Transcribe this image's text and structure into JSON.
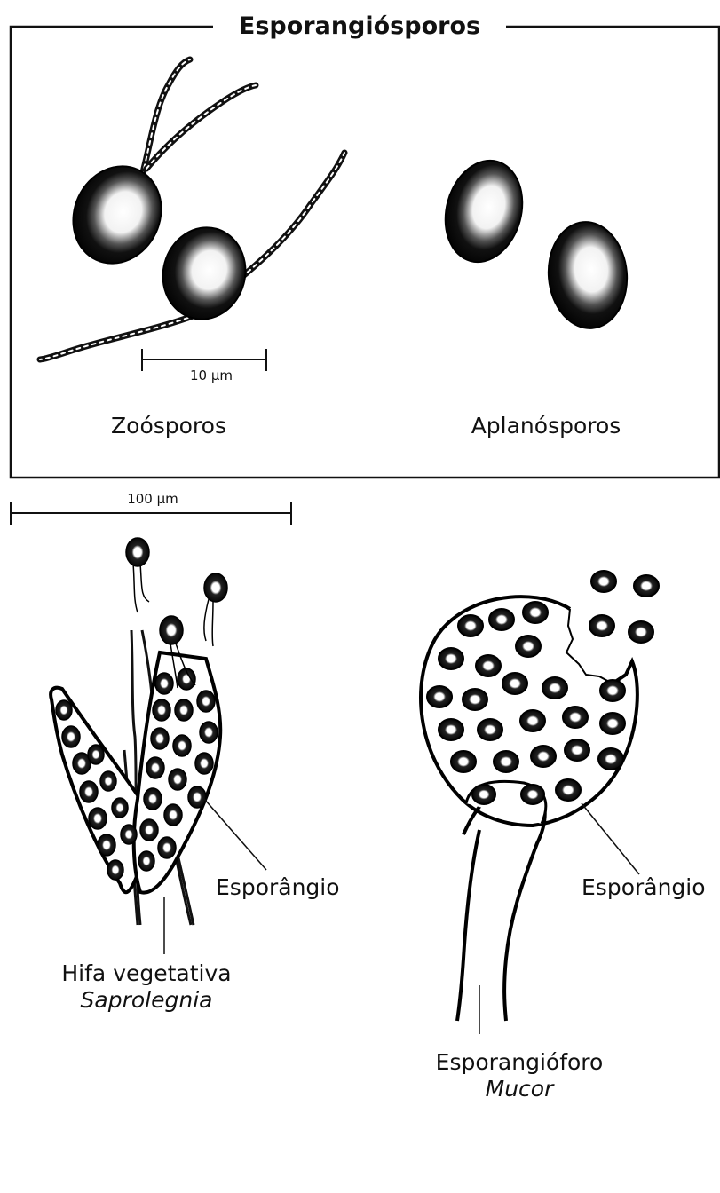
{
  "panel_top": {
    "title": "Esporangiósporos",
    "scale_label": "10 µm",
    "label_left": "Zoósporos",
    "label_right": "Aplanósporos"
  },
  "panel_bottom": {
    "scale_label": "100 µm",
    "saprolegnia": {
      "sporangium_label": "Esporângio",
      "hypha_label": "Hifa vegetativa",
      "genus": "Saprolegnia"
    },
    "mucor": {
      "sporangium_label": "Esporângio",
      "sporangiophore_label": "Esporangióforo",
      "genus": "Mucor"
    }
  },
  "colors": {
    "ink": "#111111",
    "background": "#ffffff"
  }
}
